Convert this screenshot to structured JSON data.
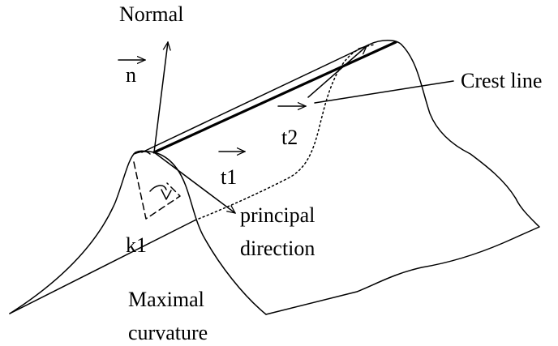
{
  "labels": {
    "normal": "Normal",
    "n": "n",
    "crest_line": "Crest line",
    "t2": "t2",
    "t1": "t1",
    "principal_1": "principal",
    "principal_2": "direction",
    "k1": "k1",
    "maximal_1": "Maximal",
    "maximal_2": "curvature"
  },
  "colors": {
    "stroke": "#000000",
    "background": "#ffffff"
  }
}
